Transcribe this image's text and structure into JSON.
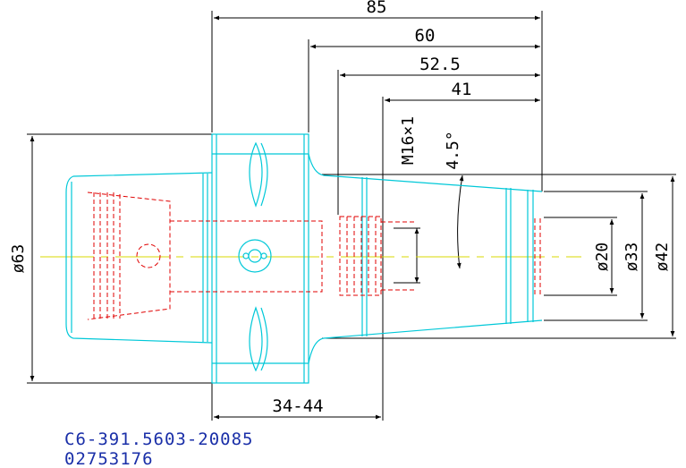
{
  "drawing": {
    "dimensions": {
      "overall_length": "85",
      "length_60": "60",
      "length_52_5": "52.5",
      "length_41": "41",
      "thread": "M16×1",
      "taper_angle": "4.5°",
      "flange_diameter": "ø63",
      "diameter_20": "ø20",
      "diameter_33": "ø33",
      "diameter_42": "ø42",
      "gauge_range": "34-44"
    },
    "part_number": "C6-391.5603-20085",
    "order_code": "02753176"
  },
  "colors": {
    "outline": "#00c8d8",
    "hidden": "#e00000",
    "center_line": "#d8d800",
    "dimension": "#000000",
    "caption": "#1a2fa8"
  }
}
